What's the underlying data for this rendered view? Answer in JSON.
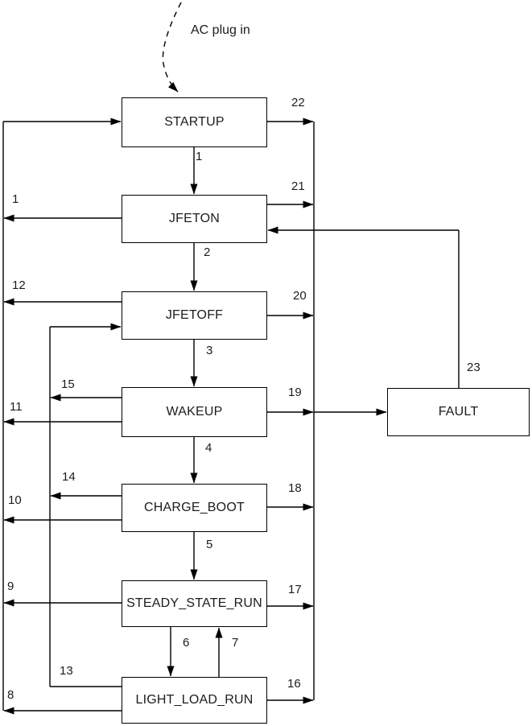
{
  "diagram": {
    "type": "state-machine-flow",
    "background": "#ffffff",
    "line_color": "#000000",
    "entry_label": "AC plug in",
    "states": {
      "startup": "STARTUP",
      "jfeton": "JFETON",
      "jfetoff": "JFETOFF",
      "wakeup": "WAKEUP",
      "charge_boot": "CHARGE_BOOT",
      "steady_state_run": "STEADY_STATE_RUN",
      "light_load_run": "LIGHT_LOAD_RUN",
      "fault": "FAULT"
    },
    "transition_numbers": {
      "n1_chain": "1",
      "n2": "2",
      "n3": "3",
      "n4": "4",
      "n5": "5",
      "n6": "6",
      "n7": "7",
      "n1_return": "1",
      "n8": "8",
      "n9": "9",
      "n10": "10",
      "n11": "11",
      "n12": "12",
      "n13": "13",
      "n14": "14",
      "n15": "15",
      "n16": "16",
      "n17": "17",
      "n18": "18",
      "n19": "19",
      "n20": "20",
      "n21": "21",
      "n22": "22",
      "n23": "23"
    },
    "edges": [
      {
        "label": "AC plug in",
        "from": "external",
        "to": "STARTUP",
        "style": "dashed"
      },
      {
        "label": "1",
        "from": "STARTUP",
        "to": "JFETON"
      },
      {
        "label": "2",
        "from": "JFETON",
        "to": "JFETOFF"
      },
      {
        "label": "3",
        "from": "JFETOFF",
        "to": "WAKEUP"
      },
      {
        "label": "4",
        "from": "WAKEUP",
        "to": "CHARGE_BOOT"
      },
      {
        "label": "5",
        "from": "CHARGE_BOOT",
        "to": "STEADY_STATE_RUN"
      },
      {
        "label": "6",
        "from": "STEADY_STATE_RUN",
        "to": "LIGHT_LOAD_RUN"
      },
      {
        "label": "7",
        "from": "LIGHT_LOAD_RUN",
        "to": "STEADY_STATE_RUN"
      },
      {
        "label": "1",
        "from": "JFETON",
        "to": "STARTUP"
      },
      {
        "label": "12",
        "from": "JFETOFF",
        "to": "STARTUP"
      },
      {
        "label": "11",
        "from": "WAKEUP",
        "to": "STARTUP"
      },
      {
        "label": "10",
        "from": "CHARGE_BOOT",
        "to": "STARTUP"
      },
      {
        "label": "9",
        "from": "STEADY_STATE_RUN",
        "to": "STARTUP"
      },
      {
        "label": "8",
        "from": "LIGHT_LOAD_RUN",
        "to": "STARTUP"
      },
      {
        "label": "15",
        "from": "WAKEUP",
        "to": "JFETOFF"
      },
      {
        "label": "14",
        "from": "CHARGE_BOOT",
        "to": "JFETOFF"
      },
      {
        "label": "13",
        "from": "LIGHT_LOAD_RUN",
        "to": "JFETOFF"
      },
      {
        "label": "22",
        "from": "STARTUP",
        "to": "FAULT"
      },
      {
        "label": "21",
        "from": "JFETON",
        "to": "FAULT"
      },
      {
        "label": "20",
        "from": "JFETOFF",
        "to": "FAULT"
      },
      {
        "label": "19",
        "from": "WAKEUP",
        "to": "FAULT"
      },
      {
        "label": "18",
        "from": "CHARGE_BOOT",
        "to": "FAULT"
      },
      {
        "label": "17",
        "from": "STEADY_STATE_RUN",
        "to": "FAULT"
      },
      {
        "label": "16",
        "from": "LIGHT_LOAD_RUN",
        "to": "FAULT"
      },
      {
        "label": "23",
        "from": "FAULT",
        "to": "JFETON"
      }
    ]
  }
}
